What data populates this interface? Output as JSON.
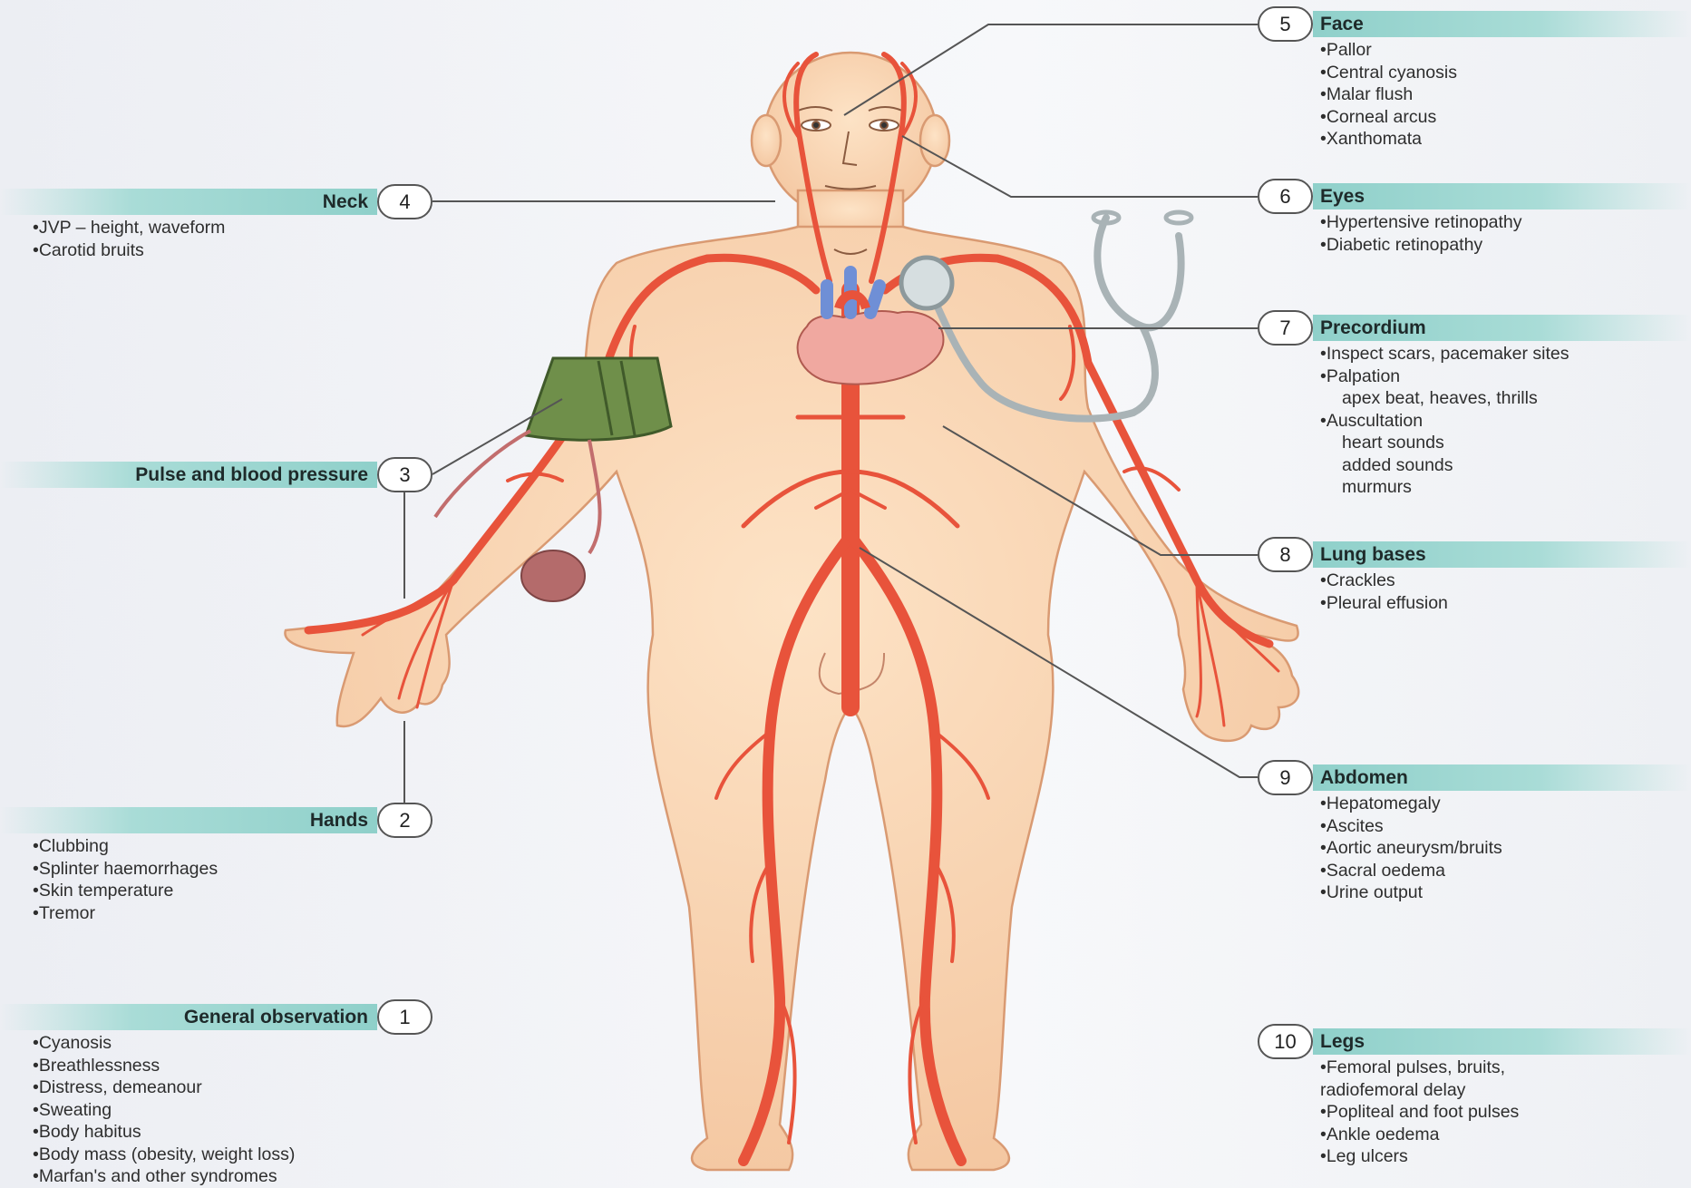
{
  "colors": {
    "skin": "#f8d5b2",
    "skin_edge": "#d99a72",
    "artery": "#e8533b",
    "vein": "#6f8fd6",
    "cuff": "#6f8f4a",
    "bulb": "#b46b6b",
    "header_band": "#9fd6d0",
    "leader": "#555555"
  },
  "panels": {
    "general": {
      "num": "1",
      "title": "General observation",
      "items": [
        "Cyanosis",
        "Breathlessness",
        "Distress, demeanour",
        "Sweating",
        "Body habitus",
        "Body mass (obesity, weight loss)",
        "Marfan's and other syndromes"
      ]
    },
    "hands": {
      "num": "2",
      "title": "Hands",
      "items": [
        "Clubbing",
        "Splinter haemorrhages",
        "Skin temperature",
        "Tremor"
      ]
    },
    "pulse": {
      "num": "3",
      "title": "Pulse and blood pressure"
    },
    "neck": {
      "num": "4",
      "title": "Neck",
      "items": [
        "JVP – height, waveform",
        "Carotid bruits"
      ]
    },
    "face": {
      "num": "5",
      "title": "Face",
      "items": [
        "Pallor",
        "Central cyanosis",
        "Malar flush",
        "Corneal arcus",
        "Xanthomata"
      ]
    },
    "eyes": {
      "num": "6",
      "title": "Eyes",
      "items": [
        "Hypertensive retinopathy",
        "Diabetic retinopathy"
      ]
    },
    "precordium": {
      "num": "7",
      "title": "Precordium",
      "items": [
        "Inspect scars, pacemaker sites",
        "Palpation",
        "apex beat, heaves, thrills",
        "Auscultation",
        "heart sounds",
        "added sounds",
        "murmurs"
      ]
    },
    "lungs": {
      "num": "8",
      "title": "Lung bases",
      "items": [
        "Crackles",
        "Pleural effusion"
      ]
    },
    "abdomen": {
      "num": "9",
      "title": "Abdomen",
      "items": [
        "Hepatomegaly",
        "Ascites",
        "Aortic aneurysm/bruits",
        "Sacral oedema",
        "Urine output"
      ]
    },
    "legs": {
      "num": "10",
      "title": "Legs",
      "items": [
        "Femoral pulses, bruits,",
        "radiofemoral delay",
        "Popliteal and foot pulses",
        "Ankle oedema",
        "Leg ulcers"
      ]
    }
  }
}
